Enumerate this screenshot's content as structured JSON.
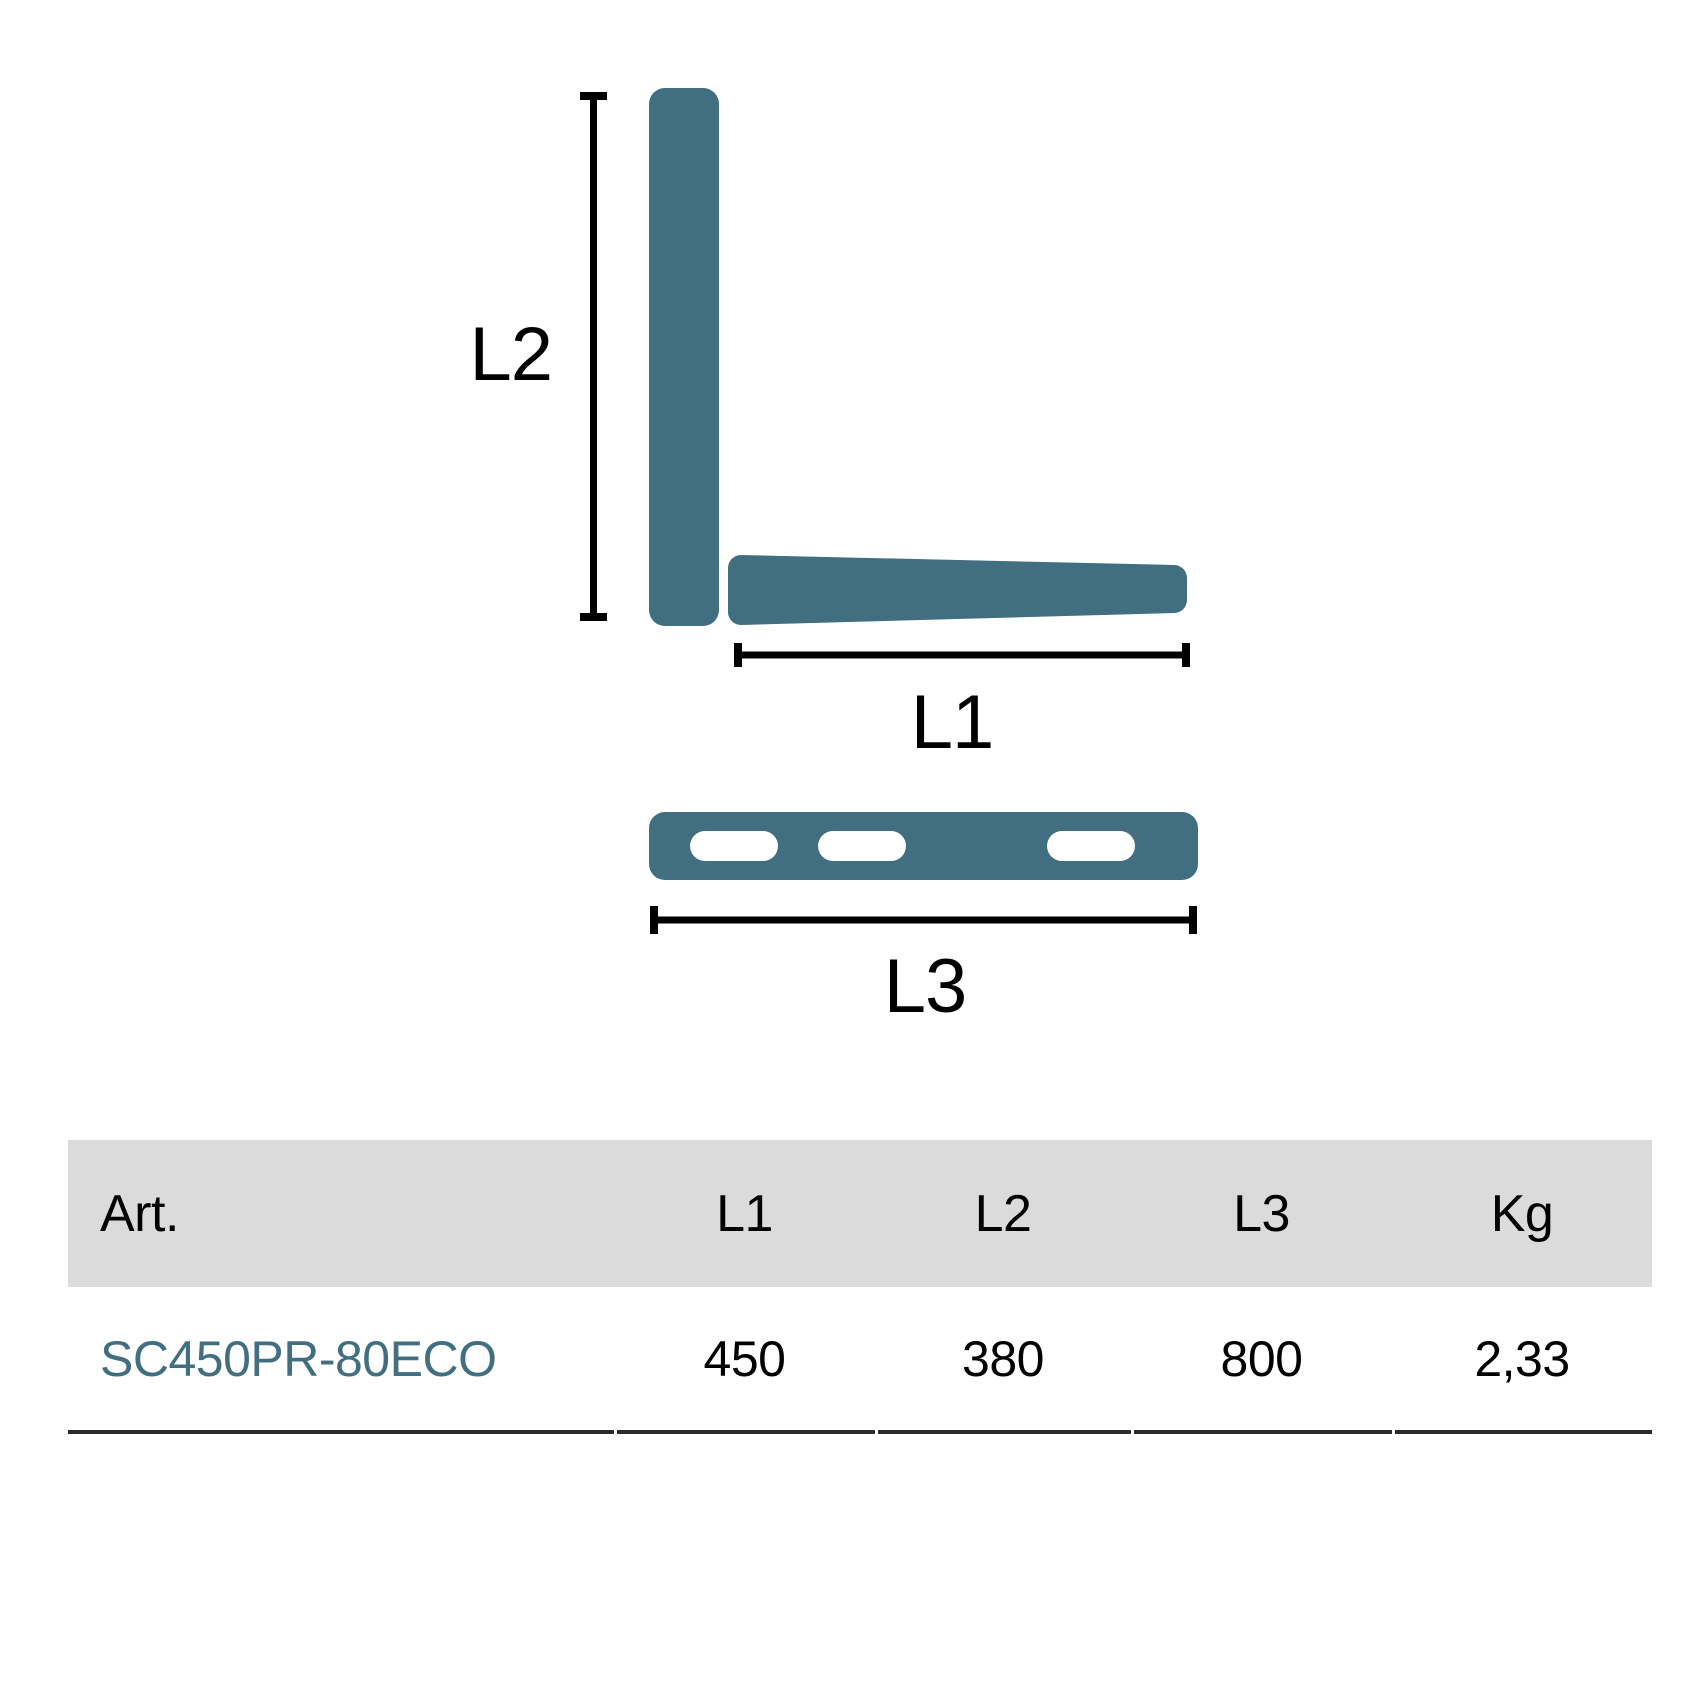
{
  "diagram": {
    "labels": {
      "l1": "L1",
      "l2": "L2",
      "l3": "L3"
    }
  },
  "table": {
    "headers": [
      "Art.",
      "L1",
      "L2",
      "L3",
      "Kg"
    ],
    "rows": [
      {
        "art": "SC450PR-80ECO",
        "l1": "450",
        "l2": "380",
        "l3": "800",
        "kg": "2,33"
      }
    ]
  },
  "colors": {
    "accent_teal": "#416E80",
    "header_bg": "#DBDBDB",
    "border_dark": "#2B2B2B",
    "ink": "#000000"
  }
}
